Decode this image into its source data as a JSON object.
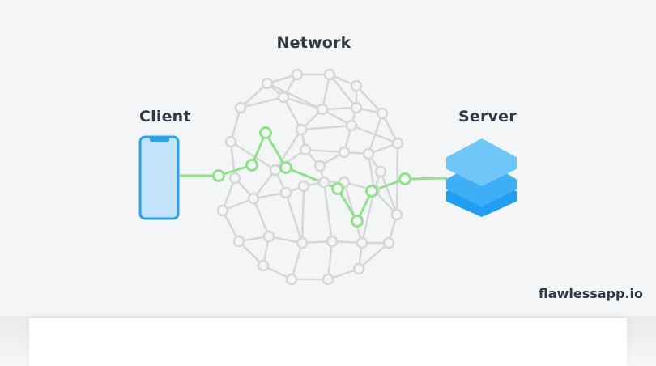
{
  "labels": {
    "network": "Network",
    "client": "Client",
    "server": "Server"
  },
  "brand": "flawlessapp.io",
  "colors": {
    "background": "#f4f5f7",
    "mesh": "#d6d7d9",
    "path": "#8ee38a",
    "phone_fill": "#c3e3fb",
    "phone_stroke": "#29a3f0",
    "server_top": "#6fc6f8",
    "server_mid": "#3eaef6",
    "server_bottom": "#1f9ef3",
    "text": "#2f3a45"
  },
  "icons": {
    "client": "smartphone-icon",
    "server": "database-stack-icon"
  }
}
